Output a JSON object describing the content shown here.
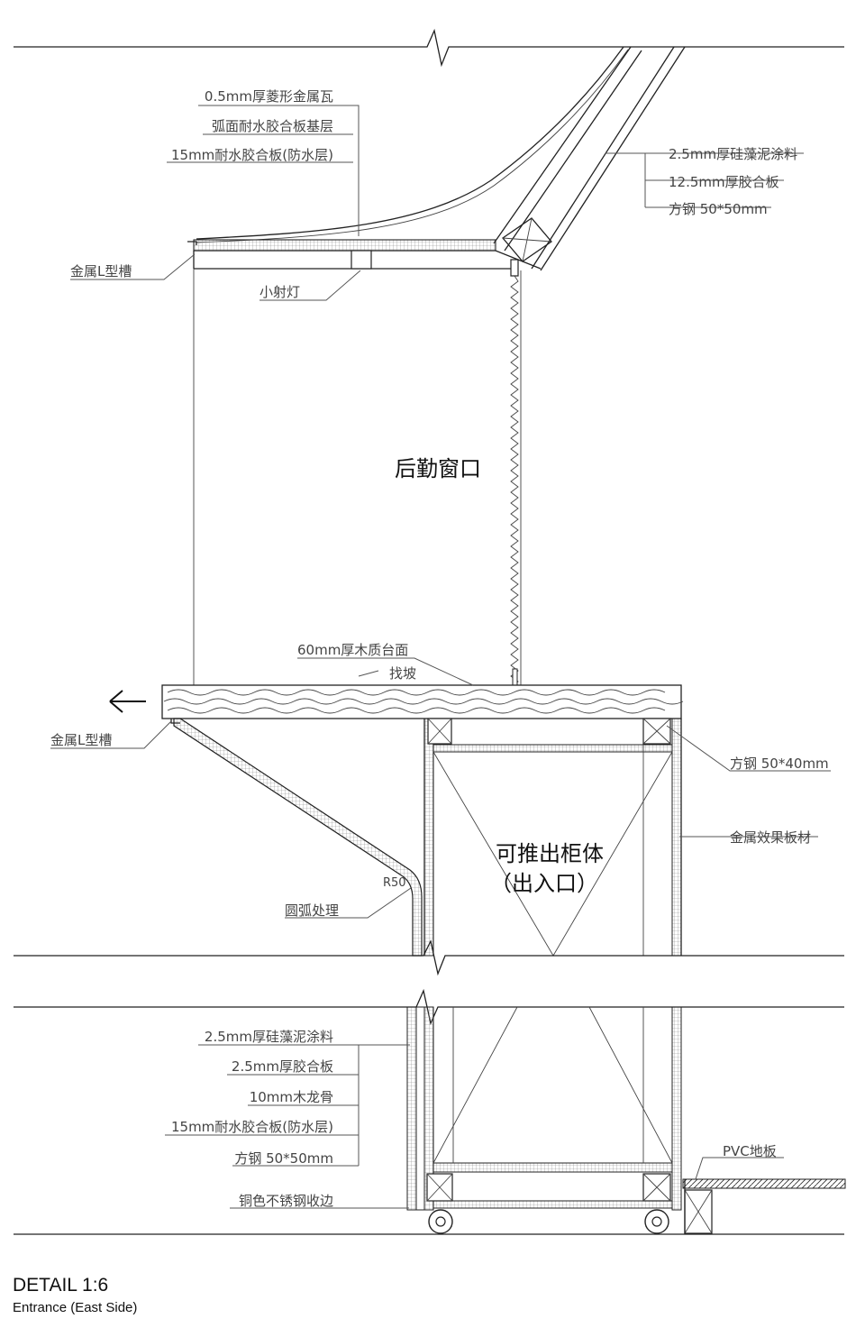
{
  "roof_labels": {
    "tile": "0.5mm厚菱形金属瓦",
    "curved_base": "弧面耐水胶合板基层",
    "waterproof": "15mm耐水胶合板(防水层)",
    "paint": "2.5mm厚硅藻泥涂料",
    "plywood": "12.5mm厚胶合板",
    "steel": "方钢 50*50mm",
    "channel": "金属L型槽",
    "spotlight": "小射灯"
  },
  "window_label": "后勤窗口",
  "counter_labels": {
    "top": "60mm厚木质台面",
    "slope": "找坡",
    "channel": "金属L型槽",
    "steel": "方钢 50*40mm",
    "metal_panel": "金属效果板材",
    "radius": "R50",
    "arc": "圆弧处理"
  },
  "cabinet_label": {
    "line1": "可推出柜体",
    "line2": "（出入口）"
  },
  "base_labels": {
    "paint": "2.5mm厚硅藻泥涂料",
    "plywood": "2.5mm厚胶合板",
    "keel": "10mm木龙骨",
    "waterproof": "15mm耐水胶合板(防水层)",
    "steel": "方钢 50*50mm",
    "trim": "铜色不锈钢收边",
    "floor": "PVC地板"
  },
  "title": {
    "main": "DETAIL  1:6",
    "sub": "Entrance (East Side)"
  }
}
